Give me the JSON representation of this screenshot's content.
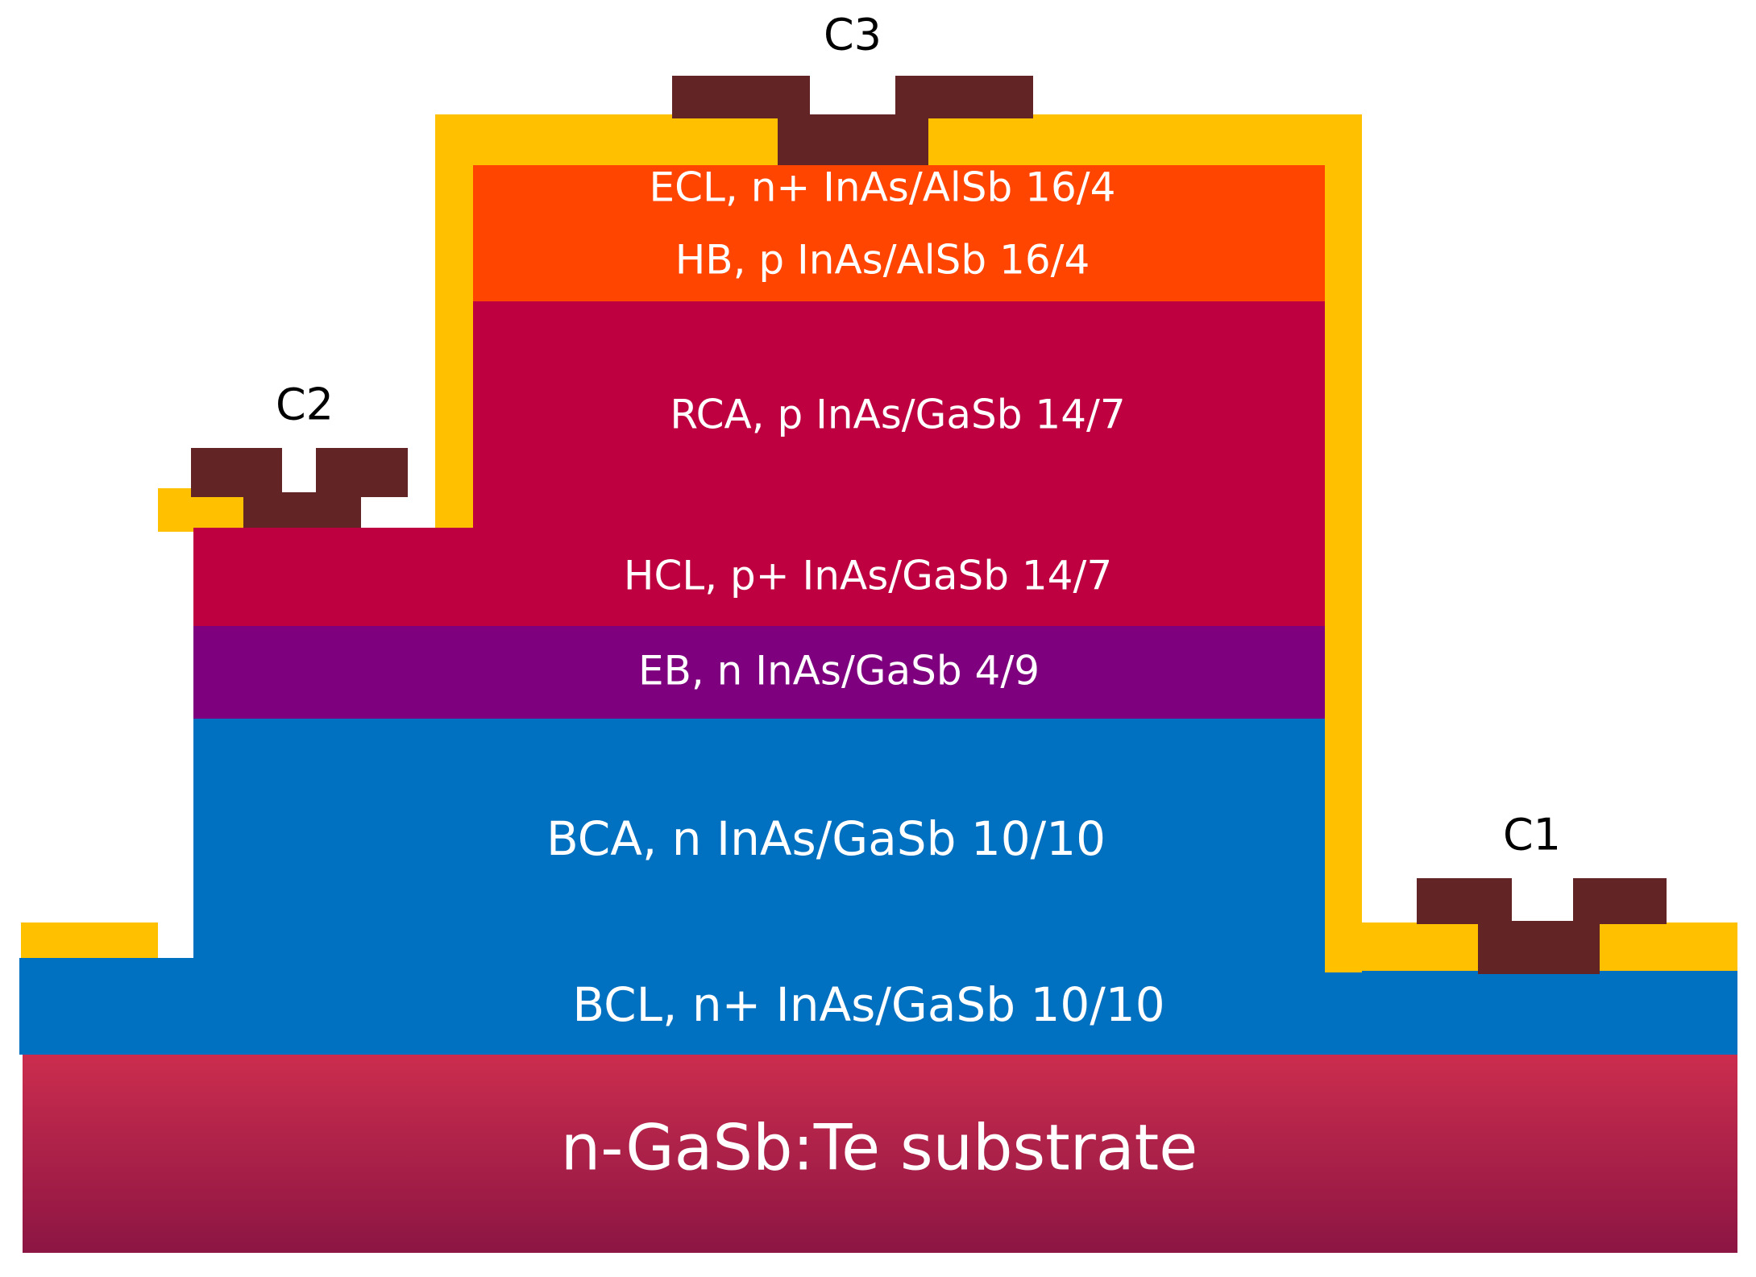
{
  "colors": {
    "substrate_top": "#CC2D4E",
    "substrate_bottom": "#8C1543",
    "bcl": "#0070C0",
    "bca": "#0070C0",
    "eb": "#7F007F",
    "hcl": "#BE0041",
    "rca": "#BE0041",
    "hb": "#FF4500",
    "ecl": "#FF4500",
    "passivation": "#FFC000",
    "contact": "#622424"
  },
  "layers": {
    "substrate": "n-GaSb:Te substrate",
    "bcl": "BCL, n+ InAs/GaSb 10/10",
    "bca": "BCA, n InAs/GaSb 10/10",
    "eb": "EB, n InAs/GaSb 4/9",
    "hcl": "HCL, p+ InAs/GaSb 14/7",
    "rca": "RCA, p InAs/GaSb 14/7",
    "hb": "HB, p InAs/AlSb 16/4",
    "ecl": "ECL, n+ InAs/AlSb 16/4"
  },
  "contacts": {
    "c1": "C1",
    "c2": "C2",
    "c3": "C3"
  },
  "icons": {
    "contact_shape": "contact-t-icon"
  }
}
